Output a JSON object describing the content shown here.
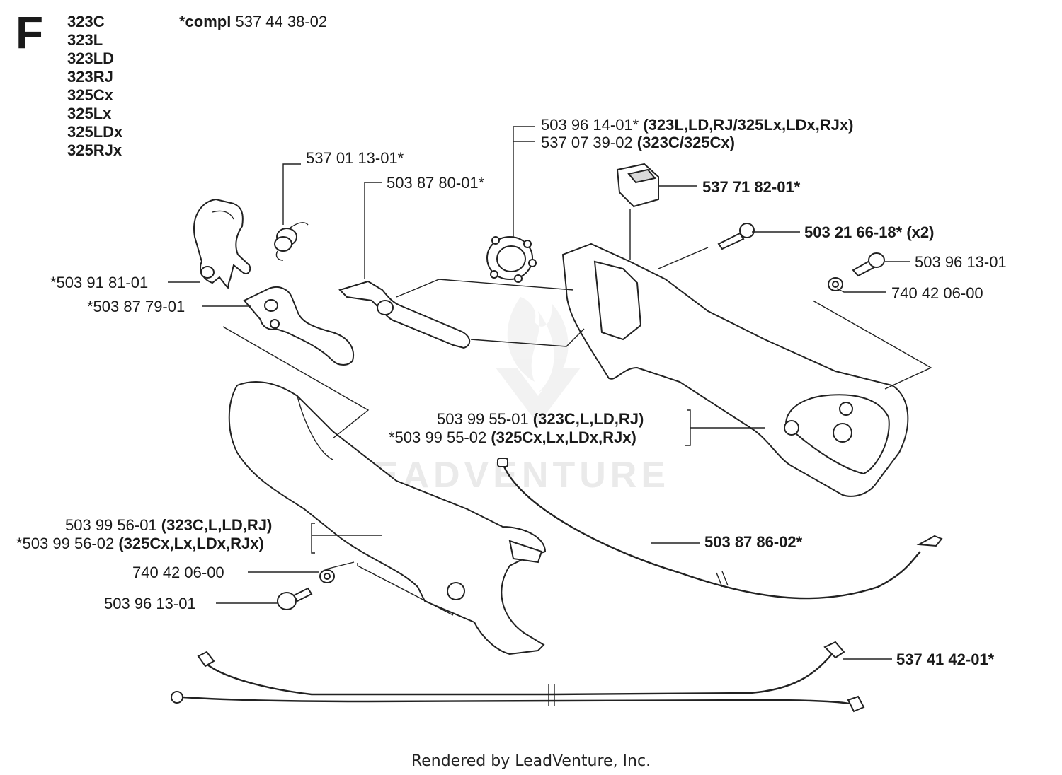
{
  "section": "F",
  "models": [
    "323C",
    "323L",
    "323LD",
    "323RJ",
    "325Cx",
    "325Lx",
    "325LDx",
    "325RJx"
  ],
  "compl": {
    "prefix": "*compl",
    "number": "537 44 38-02"
  },
  "watermark": "LEADVENTURE",
  "parts": [
    {
      "id": "p1",
      "number": "503 96 14-01*",
      "note": "(323L,LD,RJ/325Lx,LDx,RJx)"
    },
    {
      "id": "p2",
      "number": "537 07 39-02",
      "note": "(323C/325Cx)"
    },
    {
      "id": "p3",
      "number": "537 01 13-01*",
      "note": ""
    },
    {
      "id": "p4",
      "number": "503 87 80-01*",
      "note": ""
    },
    {
      "id": "p5",
      "number": "537 71 82-01*",
      "note": "",
      "bold": true
    },
    {
      "id": "p6",
      "number": "503 21 66-18*",
      "note": "(x2)",
      "bold": true
    },
    {
      "id": "p7",
      "number": "503 96 13-01",
      "note": ""
    },
    {
      "id": "p8",
      "number": "740 42 06-00",
      "note": ""
    },
    {
      "id": "p9",
      "number": "*503 91 81-01",
      "note": ""
    },
    {
      "id": "p10",
      "number": "*503 87 79-01",
      "note": ""
    },
    {
      "id": "p11",
      "number": "503 99 55-01",
      "note": "(323C,L,LD,RJ)"
    },
    {
      "id": "p12",
      "number": "*503 99 55-02",
      "note": "(325Cx,Lx,LDx,RJx)"
    },
    {
      "id": "p13",
      "number": "503 87 86-02*",
      "note": "",
      "bold": true
    },
    {
      "id": "p14",
      "number": "503 99 56-01",
      "note": "(323C,L,LD,RJ)"
    },
    {
      "id": "p15",
      "number": "*503 99 56-02",
      "note": "(325Cx,Lx,LDx,RJx)"
    },
    {
      "id": "p16",
      "number": "740 42 06-00",
      "note": ""
    },
    {
      "id": "p17",
      "number": "503 96 13-01",
      "note": ""
    },
    {
      "id": "p18",
      "number": "537 41 42-01*",
      "note": "",
      "bold": true
    }
  ],
  "footer": "Rendered by LeadVenture, Inc."
}
